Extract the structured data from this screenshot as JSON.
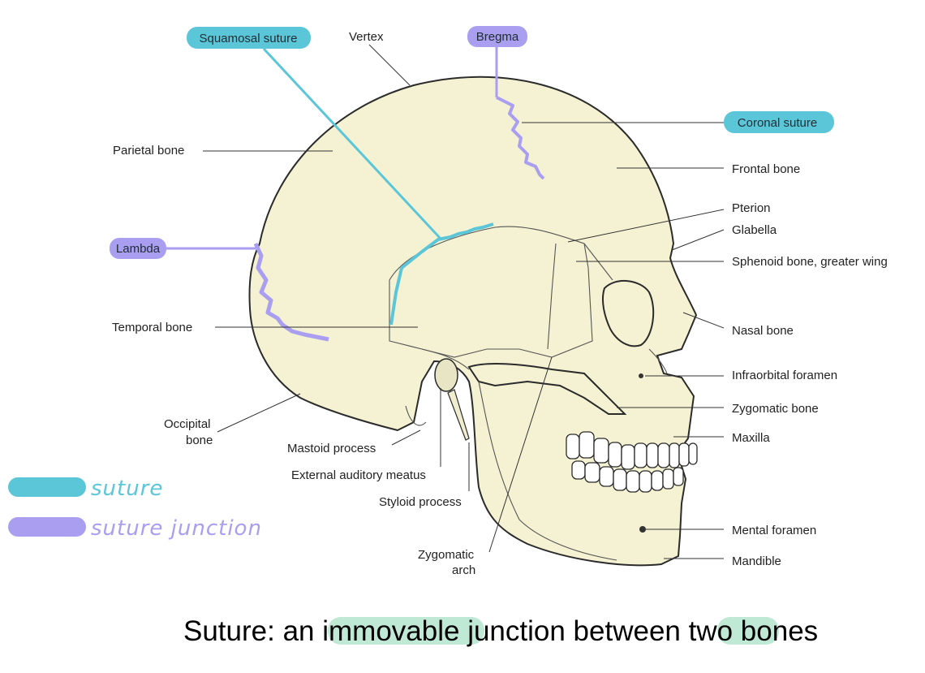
{
  "labels": {
    "squamosal_suture": "Squamosal suture",
    "vertex": "Vertex",
    "bregma": "Bregma",
    "coronal_suture": "Coronal suture",
    "parietal_bone": "Parietal bone",
    "frontal_bone": "Frontal bone",
    "pterion": "Pterion",
    "glabella": "Glabella",
    "lambda": "Lambda",
    "sphenoid_bone": "Sphenoid bone, greater wing",
    "nasal_bone": "Nasal bone",
    "temporal_bone": "Temporal bone",
    "infraorbital_foramen": "Infraorbital foramen",
    "zygomatic_bone": "Zygomatic bone",
    "occipital_bone_line1": "Occipital",
    "occipital_bone_line2": "bone",
    "maxilla": "Maxilla",
    "mastoid_process": "Mastoid process",
    "external_auditory_meatus": "External auditory meatus",
    "styloid_process": "Styloid process",
    "mental_foramen": "Mental foramen",
    "zygomatic_arch_line1": "Zygomatic",
    "zygomatic_arch_line2": "arch",
    "mandible": "Mandible"
  },
  "legend": {
    "suture": "suture",
    "suture_junction": "suture junction"
  },
  "caption": {
    "part1": "Suture: an ",
    "highlight1": "immovable",
    "part2": " junction between ",
    "highlight2": "two",
    "part3": " bones"
  },
  "colors": {
    "suture": "#5bc6d8",
    "suture_junction": "#a99ef0",
    "highlight": "#bfe8d5",
    "bone_fill": "#f4f2d2",
    "outline": "#2b2b2b"
  }
}
